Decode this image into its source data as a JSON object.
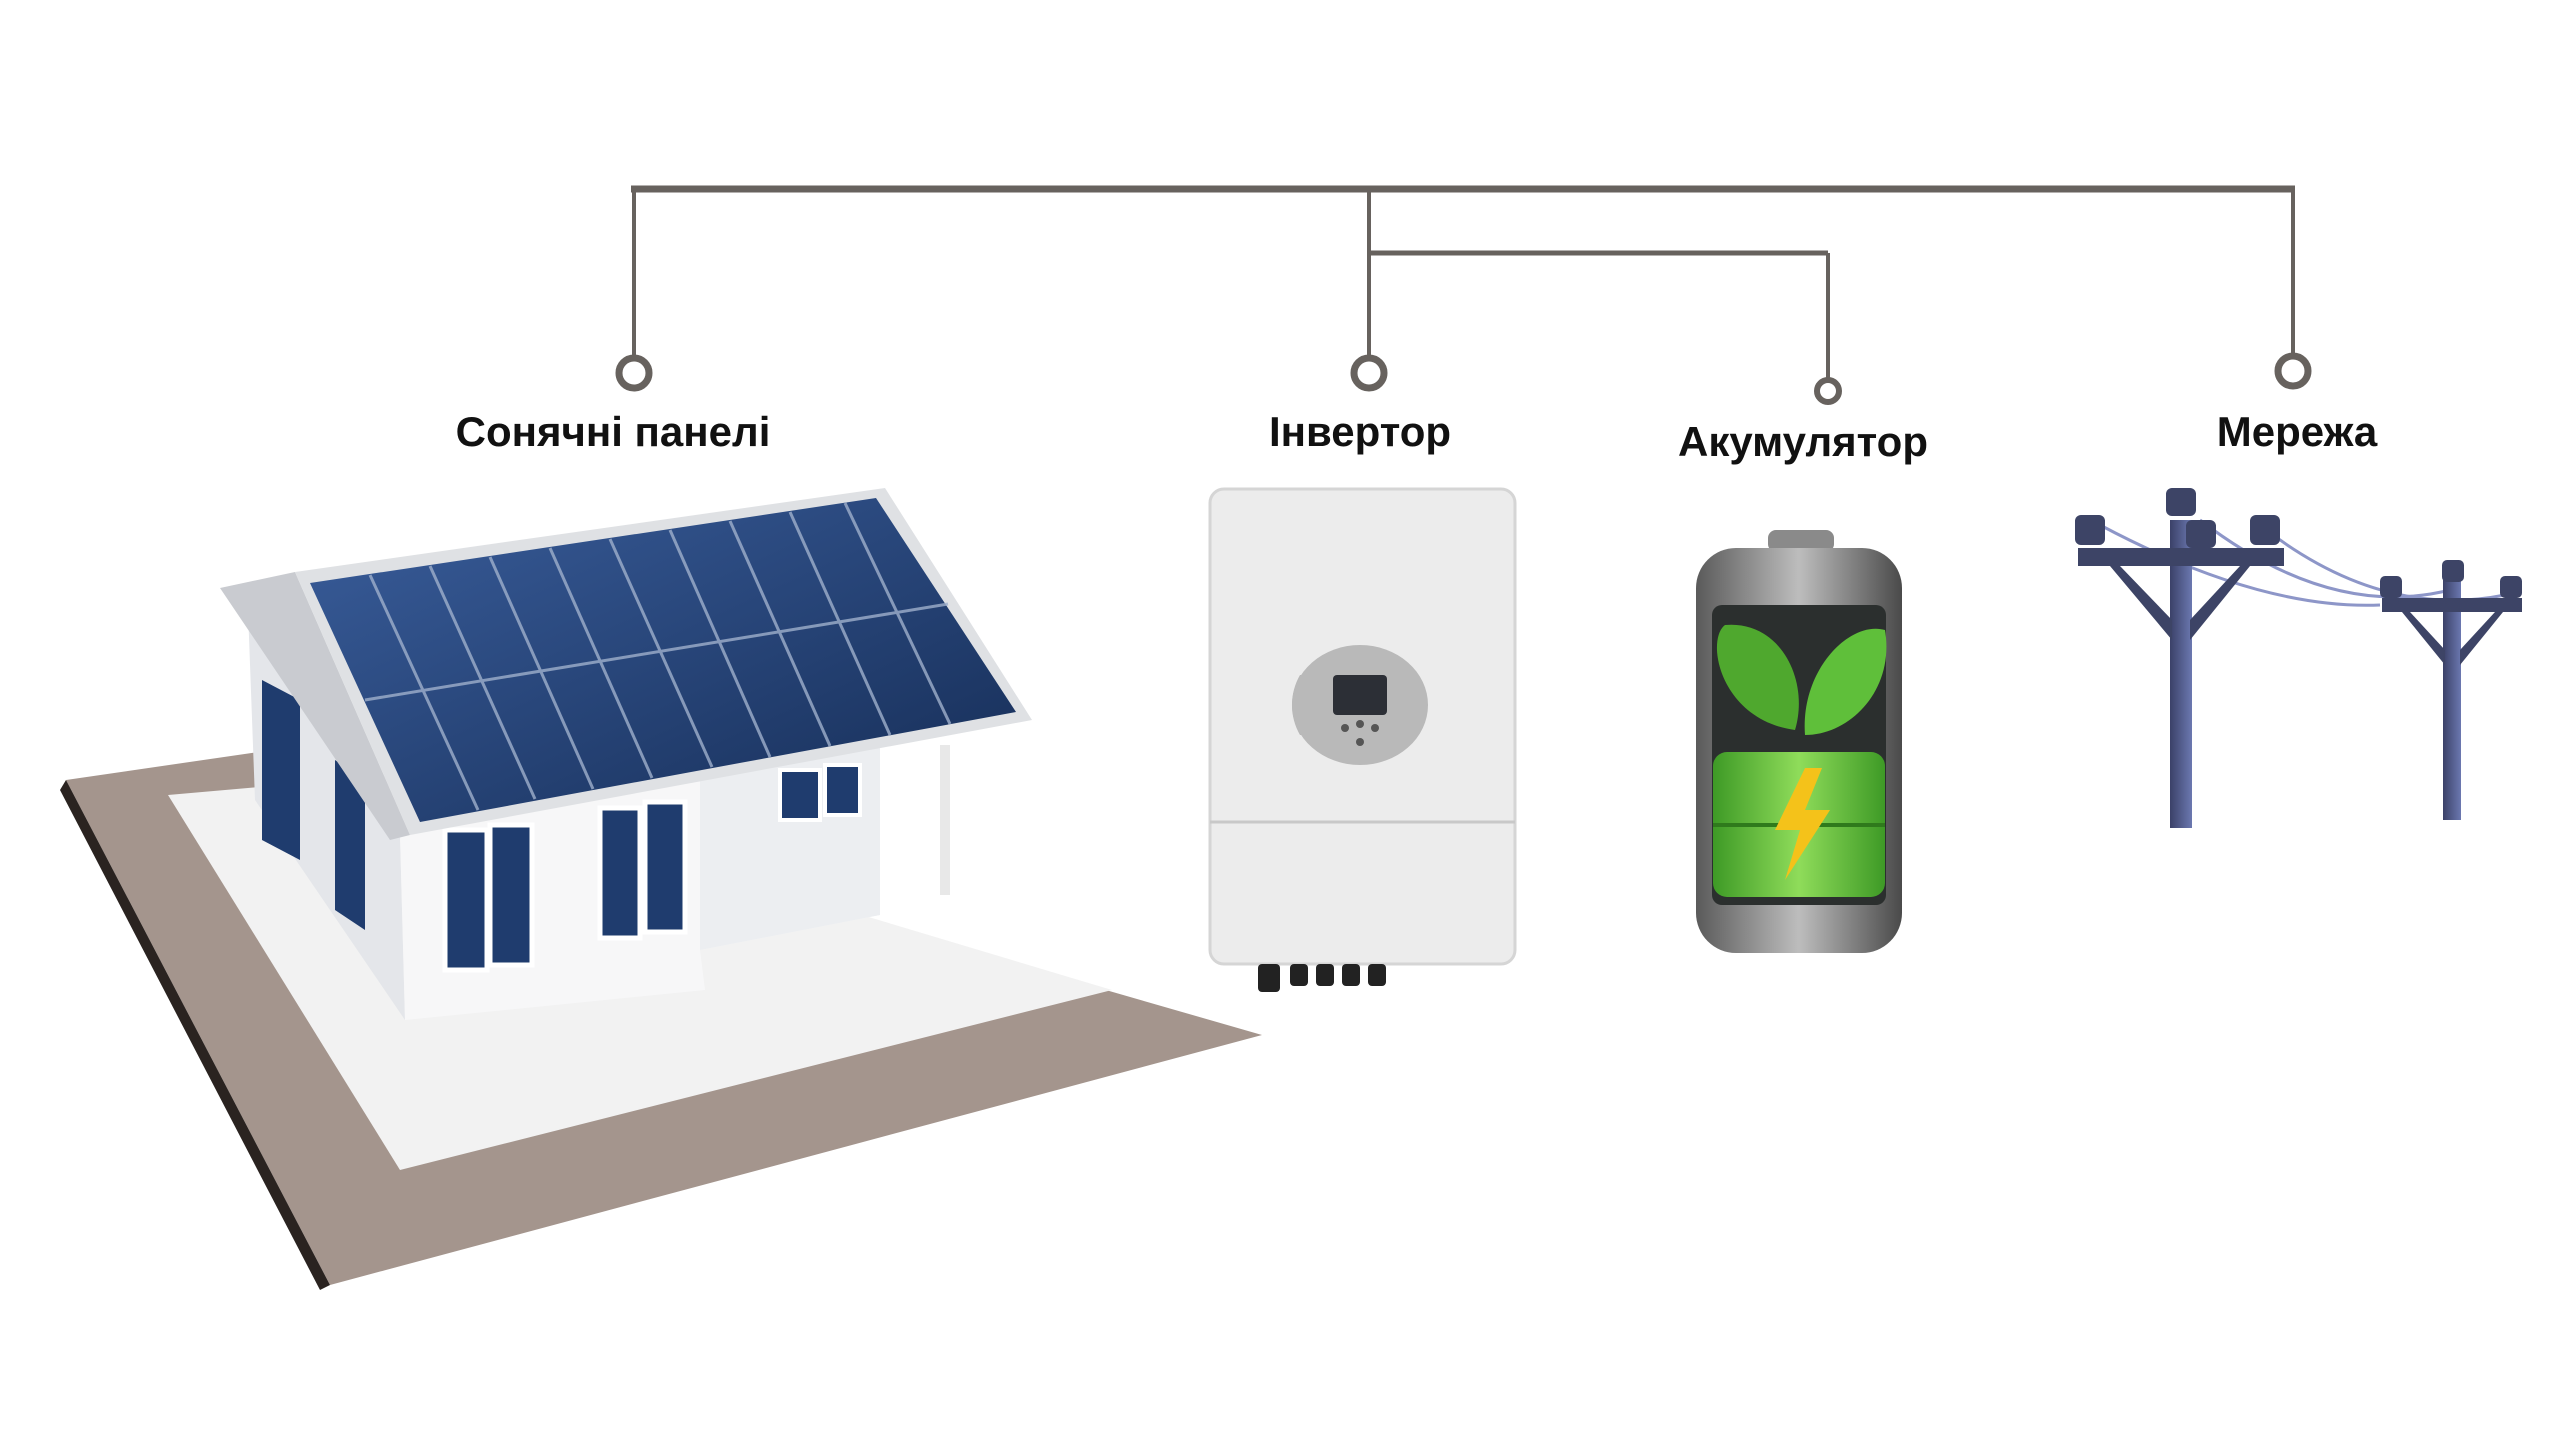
{
  "diagram": {
    "title": "Solar power system connections",
    "nodes": [
      {
        "id": "solar",
        "label": "Сонячні панелі",
        "icon": "house-solar-panels-icon"
      },
      {
        "id": "inverter",
        "label": "Інвертор",
        "icon": "inverter-icon"
      },
      {
        "id": "battery",
        "label": "Акумулятор",
        "icon": "battery-icon"
      },
      {
        "id": "grid",
        "label": "Мережа",
        "icon": "power-pole-icon"
      }
    ],
    "edges": [
      {
        "from": "inverter",
        "to": "solar"
      },
      {
        "from": "inverter",
        "to": "grid"
      },
      {
        "from": "inverter",
        "to": "battery"
      }
    ],
    "colors": {
      "line": "#67625e",
      "panel": "#1f3c6e",
      "battery_green": "#5fbf3a",
      "pole": "#3d4466"
    }
  }
}
